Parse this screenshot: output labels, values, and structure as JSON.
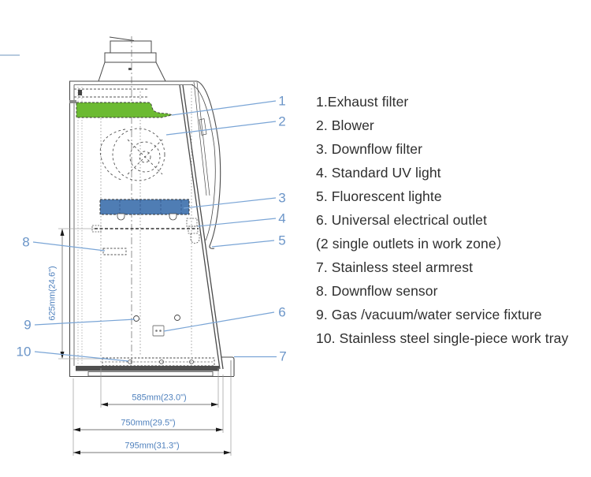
{
  "diagram": {
    "title": "Biosafety cabinet cross-section diagram",
    "callout_numbers": [
      "1",
      "2",
      "3",
      "4",
      "5",
      "6",
      "7",
      "8",
      "9",
      "10"
    ]
  },
  "legend": {
    "items": [
      "1.Exhaust filter",
      "2. Blower",
      "3. Downflow filter",
      "4. Standard UV light",
      "5. Fluorescent lighte",
      "6. Universal electrical outlet",
      "(2 single outlets in work zone）",
      "7. Stainless steel armrest",
      "8. Downflow sensor",
      "9. Gas /vacuum/water service fixture",
      "10. Stainless steel single-piece work tray"
    ]
  },
  "dimensions": {
    "work_zone_width": "585mm(23.0\")",
    "overall_width": "750mm(29.5\")",
    "base_width": "795mm(31.3\")",
    "work_zone_height": "625mm(24.6\")"
  },
  "colors": {
    "exhaust_filter": "#6cba32",
    "downflow_filter": "#4f7db4",
    "callout_line": "#7aa5d6",
    "callout_text": "#6b95c8",
    "dimension_text": "#4f81bd",
    "line_art": "#4a4a4a"
  }
}
